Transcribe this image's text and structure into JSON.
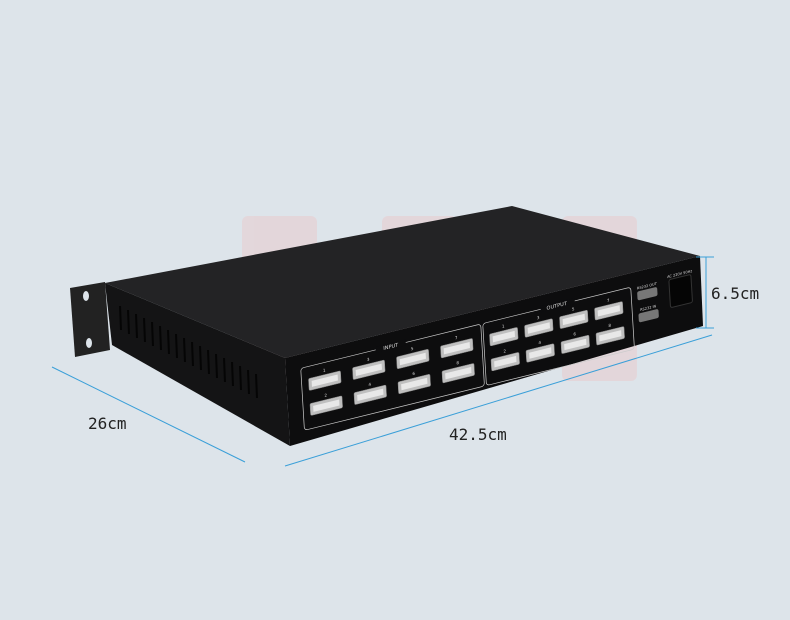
{
  "product": {
    "panel_labels": {
      "input": "INPUT",
      "output": "OUTPUT",
      "rs232_out": "RS232 OUT",
      "rs232_in": "RS232 IN",
      "power": "AC 220V 50Hz"
    },
    "input_ports": [
      "1",
      "2",
      "3",
      "4",
      "5",
      "6",
      "7",
      "8"
    ],
    "output_ports": [
      "1",
      "2",
      "3",
      "4",
      "5",
      "6",
      "7",
      "8"
    ]
  },
  "dimensions": {
    "depth": "26cm",
    "width": "42.5cm",
    "height": "6.5cm"
  },
  "colors": {
    "background": "#dde4ea",
    "dimension_line": "#3a9fd8",
    "chassis": "#1c1c1e"
  }
}
